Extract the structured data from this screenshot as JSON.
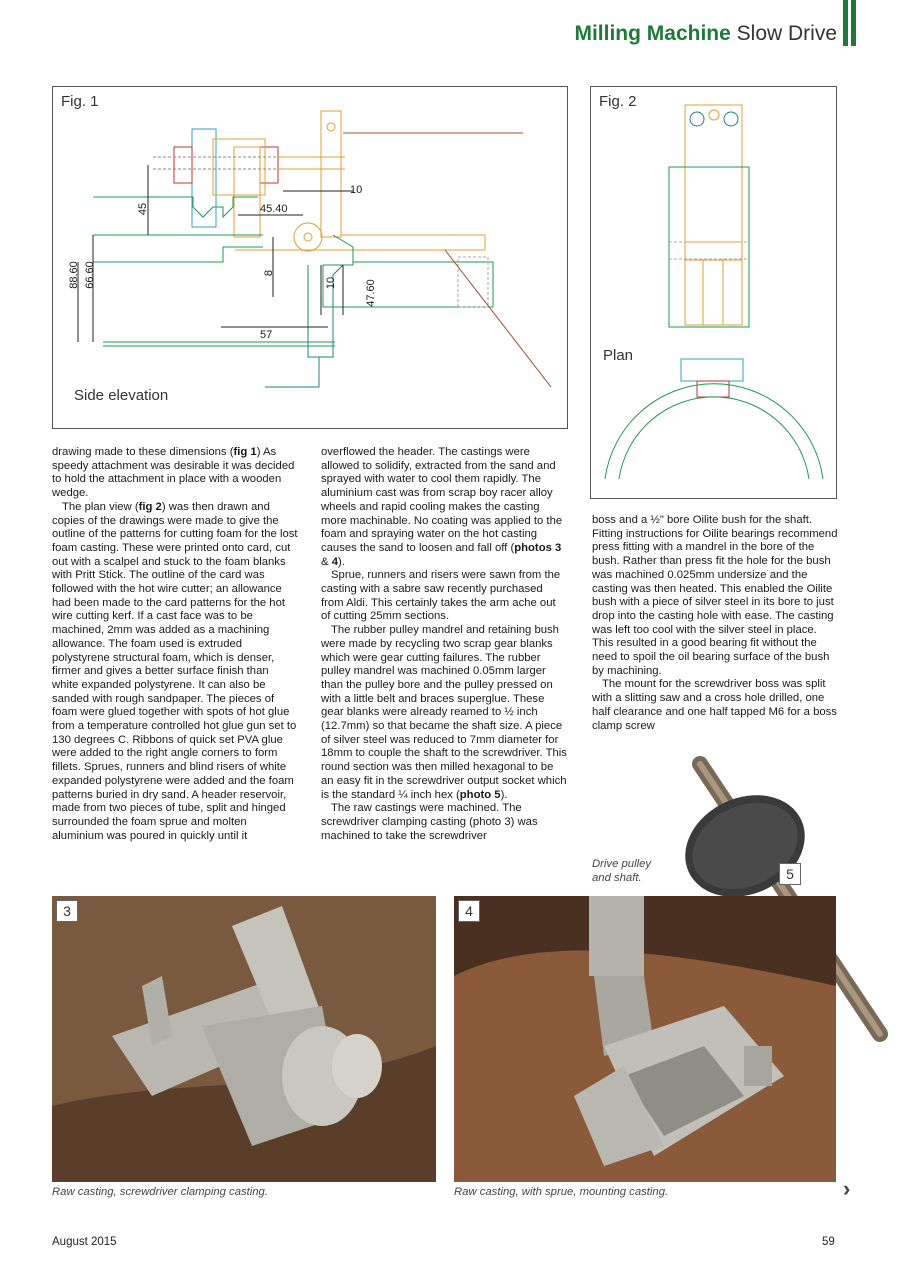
{
  "header": {
    "title_bold": "Milling Machine",
    "title_rest": "Slow Drive"
  },
  "colors": {
    "accent": "#1f7a3a",
    "dim_line": "#222222",
    "orange": "#e0a030",
    "red": "#c03030",
    "cyan": "#30a0c0",
    "green": "#1f9a50",
    "brown": "#a05030",
    "teal": "#208080"
  },
  "fig1": {
    "label": "Fig. 1",
    "view": "Side elevation",
    "dims": {
      "d10a": "10",
      "d45": "45",
      "d45_40": "45.40",
      "d88_60": "88.60",
      "d66_60": "66.60",
      "d8": "8",
      "d10b": "10",
      "d47_60": "47.60",
      "d57": "57"
    }
  },
  "fig2": {
    "label": "Fig. 2",
    "view": "Plan"
  },
  "column1": {
    "p1_pre": "drawing made to these dimensions (",
    "p1_ref": "fig 1",
    "p1_post": ") As speedy attachment was desirable it was decided to hold the attachment in place with a wooden wedge.",
    "p2_pre": "The plan view (",
    "p2_ref": "fig 2",
    "p2_post": ") was then drawn and copies of the drawings were made to give the outline of the patterns for cutting foam for the lost foam casting. These were printed onto card, cut out with a scalpel and stuck to the foam blanks with Pritt Stick. The outline of the card was followed with the hot wire cutter; an allowance had been made to the card patterns for the hot wire cutting kerf. If a cast face was to be machined, 2mm was added as a machining allowance. The foam used is extruded polystyrene structural foam, which is denser, firmer and gives a better surface finish than white expanded polystyrene. It can also be sanded with rough sandpaper. The pieces of foam were glued together with spots of hot glue from a temperature controlled hot glue gun set to 130 degrees C. Ribbons of quick set PVA glue were added to the right angle corners to form fillets. Sprues, runners and blind risers of white expanded polystyrene were added and the foam patterns buried in dry sand. A header reservoir, made from two pieces of tube, split and hinged surrounded the foam sprue and molten aluminium was poured in quickly until it"
  },
  "column2": {
    "p1_pre": "overflowed the header. The castings were allowed to solidify, extracted from the sand and sprayed with water to cool them rapidly. The aluminium cast was from scrap boy racer alloy wheels and rapid cooling makes the casting more machinable. No coating was applied to the foam and spraying water on the hot casting causes the sand to loosen and fall off (",
    "p1_ref": "photos 3",
    "p1_mid": " & ",
    "p1_ref2": "4",
    "p1_post": ").",
    "p2": "Sprue, runners and risers were sawn from the casting with a sabre saw recently purchased from Aldi. This certainly takes the arm ache out of cutting 25mm sections.",
    "p3_pre": "The rubber pulley mandrel and retaining bush were made by recycling two scrap gear blanks which were gear cutting failures. The rubber pulley mandrel was machined 0.05mm larger than the pulley bore and the pulley pressed on with a little belt and braces superglue. These gear blanks were already reamed to ½ inch (12.7mm) so that became the shaft size. A piece of silver steel was reduced to 7mm diameter for 18mm to couple the shaft to the screwdriver. This round section was then milled hexagonal to be an easy fit in the screwdriver output socket which is the standard ¼ inch hex (",
    "p3_ref": "photo 5",
    "p3_post": ").",
    "p4": "The raw castings were machined. The screwdriver clamping casting (photo 3) was machined to take the screwdriver"
  },
  "column3": {
    "p1": "boss and a ½\" bore Oilite bush for the shaft. Fitting instructions for Oilite bearings recommend press fitting with a mandrel in the bore of the bush. Rather than press fit the hole for the bush was machined 0.025mm undersize and the casting was then heated. This enabled the Oilite bush with a piece of silver steel in its bore to just drop into the casting hole with ease. The casting was left too cool with the silver steel in place. This resulted in a good bearing fit without the need to spoil the oil bearing surface of the bush by machining.",
    "p2": "The mount for the screwdriver boss was split with a slitting saw and a cross hole drilled, one half clearance and one half tapped M6 for a boss clamp screw"
  },
  "photo3": {
    "num": "3",
    "caption": "Raw casting, screwdriver clamping casting."
  },
  "photo4": {
    "num": "4",
    "caption": "Raw casting, with sprue, mounting casting."
  },
  "photo5": {
    "num": "5",
    "caption_line1": "Drive pulley",
    "caption_line2": "and shaft."
  },
  "footer": {
    "date": "August 2015",
    "page": "59"
  }
}
